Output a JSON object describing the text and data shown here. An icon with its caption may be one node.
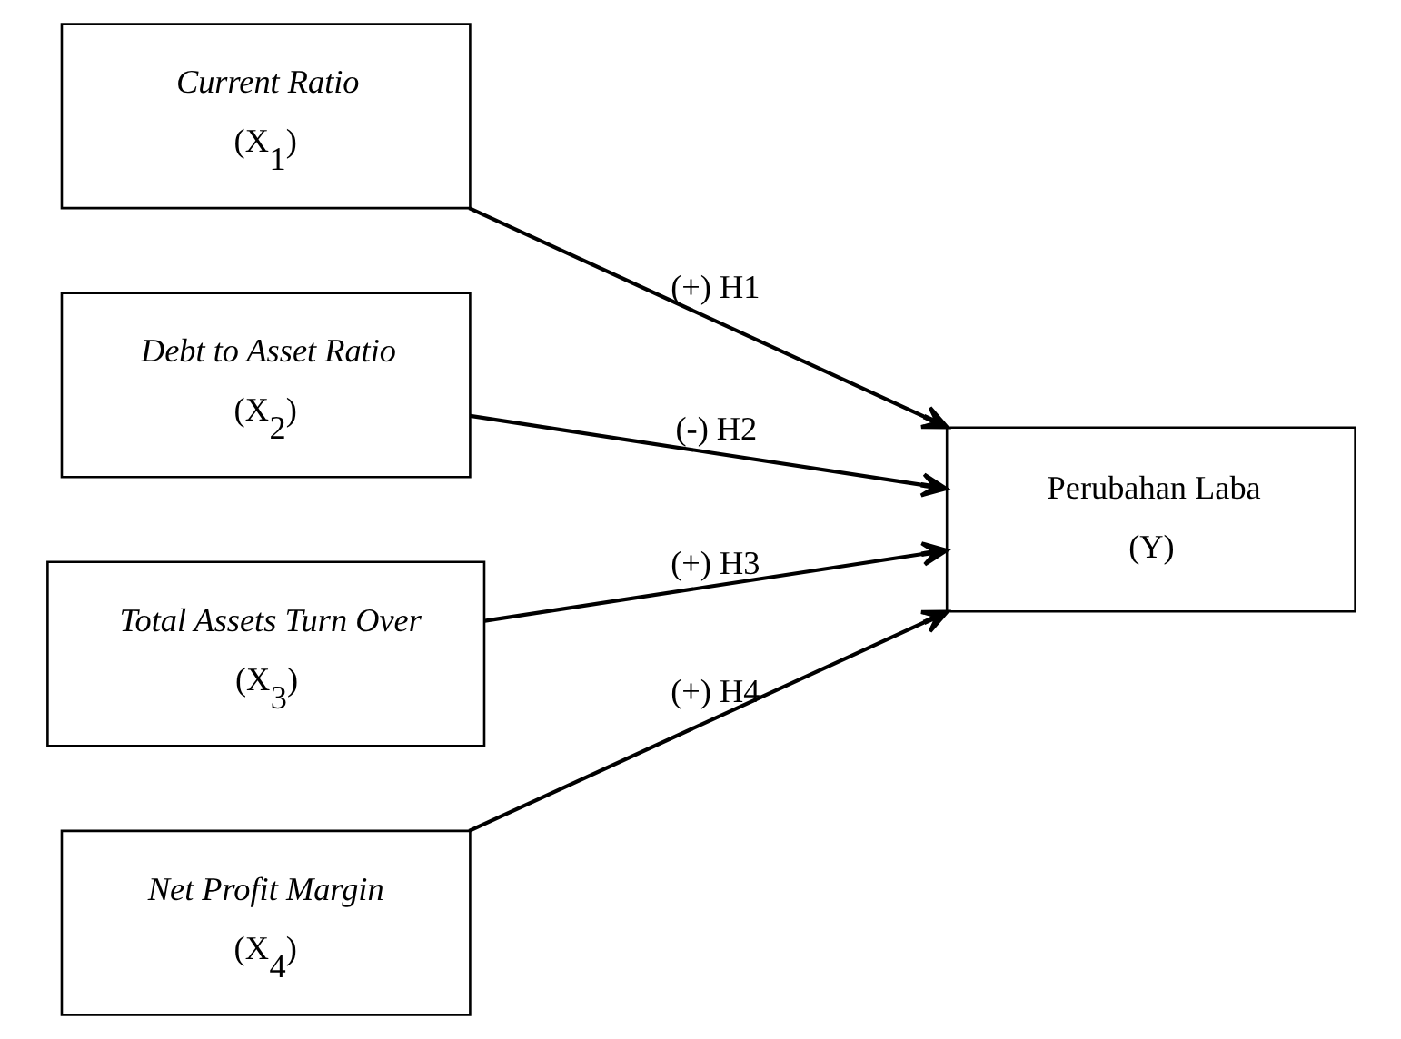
{
  "diagram": {
    "nodes": [
      {
        "text": [
          "Current Ratio",
          "(X$_{1}$)"
        ]
      },
      {
        "text": [
          "Debt to Asset Ratio",
          "(X$_{2}$)"
        ]
      },
      {
        "text": [
          "Total Assets Turn Over",
          "(X$_{3}$)"
        ]
      },
      {
        "text": [
          "Net Profit Margin",
          "(X$_{4}$)"
        ]
      },
      {
        "text": [
          "Perubahan Laba",
          "(Y)"
        ]
      }
    ],
    "edges": [
      {
        "from": 0,
        "to": 4,
        "arrow": "to",
        "label": "(+) H1"
      },
      {
        "from": 1,
        "to": 4,
        "arrow": "to",
        "label": "(-) H2"
      },
      {
        "from": 2,
        "to": 4,
        "arrow": "to",
        "label": "(+) H3"
      },
      {
        "from": 3,
        "to": 4,
        "arrow": "to",
        "label": "(+) H4"
      }
    ]
  }
}
